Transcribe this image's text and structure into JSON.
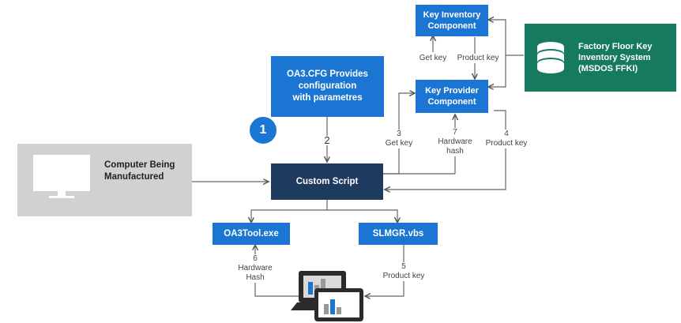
{
  "nodes": {
    "key_inventory": "Key Inventory\nComponent",
    "key_provider": "Key Provider\nComponent",
    "ffki": "Factory Floor Key\nInventory System\n(MSDOS FFKI)",
    "oa3cfg": "OA3.CFG Provides\nconfiguration\nwith parametres",
    "oa3cfg_badge": "1",
    "computer": "Computer Being\nManufactured",
    "custom_script": "Custom Script",
    "oa3tool": "OA3Tool.exe",
    "slmgr": "SLMGR.vbs"
  },
  "labels": {
    "get_key_top": "Get key",
    "product_key_top": "Product key",
    "step2": "2",
    "step3": "3\nGet key",
    "step7": "7\nHardware\nhash",
    "step4": "4\nProduct key",
    "step6": "6\nHardware\nHash",
    "step5": "5\nProduct key"
  },
  "colors": {
    "blue": "#1a76d2",
    "navy": "#1f3a5f",
    "green": "#167a5e",
    "gray": "#d1d1d1"
  }
}
